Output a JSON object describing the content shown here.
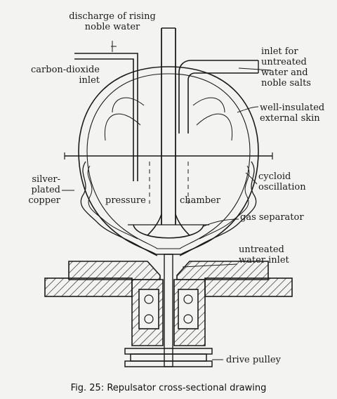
{
  "diagram": {
    "labels": {
      "discharge": [
        "discharge of rising",
        "noble water"
      ],
      "co2": [
        "carbon-dioxide",
        "inlet"
      ],
      "inlet_untreated": [
        "inlet for",
        "untreated",
        "water and",
        "noble salts"
      ],
      "skin": [
        "well-insulated",
        "external skin"
      ],
      "silver": [
        "silver-",
        "plated",
        "copper"
      ],
      "cycloid": [
        "cycloid",
        "oscillation"
      ],
      "pressure": "pressure",
      "chamber": "chamber",
      "gas_separator": "gas separator",
      "water_inlet": [
        "untreated",
        "water inlet"
      ],
      "drive_pulley": "drive pulley"
    },
    "caption": "Fig. 25: Repulsator cross-sectional drawing"
  }
}
